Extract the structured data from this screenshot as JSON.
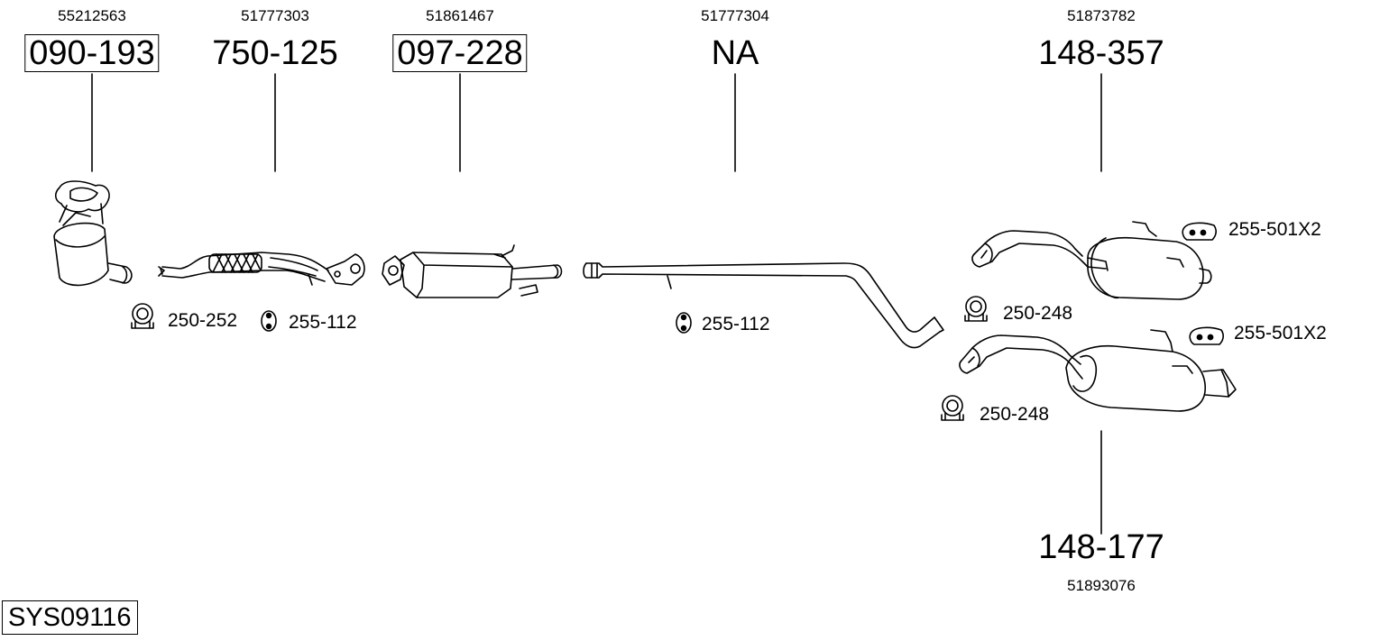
{
  "system_code": "SYS09116",
  "parts": [
    {
      "oem": "55212563",
      "part_no": "090-193",
      "boxed": true
    },
    {
      "oem": "51777303",
      "part_no": "750-125",
      "boxed": false
    },
    {
      "oem": "51861467",
      "part_no": "097-228",
      "boxed": true
    },
    {
      "oem": "51777304",
      "part_no": "NA",
      "boxed": false
    },
    {
      "oem": "51873782",
      "part_no": "148-357",
      "boxed": false
    },
    {
      "oem": "51893076",
      "part_no": "148-177",
      "boxed": false
    }
  ],
  "accessories": [
    {
      "part_no": "250-252",
      "icon": "clamp-icon"
    },
    {
      "part_no": "255-112",
      "icon": "rubber-mount-icon"
    },
    {
      "part_no": "255-112",
      "icon": "rubber-mount-icon"
    },
    {
      "part_no": "255-501X2",
      "icon": "hanger-bracket-icon"
    },
    {
      "part_no": "250-248",
      "icon": "clamp-icon"
    },
    {
      "part_no": "255-501X2",
      "icon": "hanger-bracket-icon"
    },
    {
      "part_no": "250-248",
      "icon": "clamp-icon"
    }
  ]
}
